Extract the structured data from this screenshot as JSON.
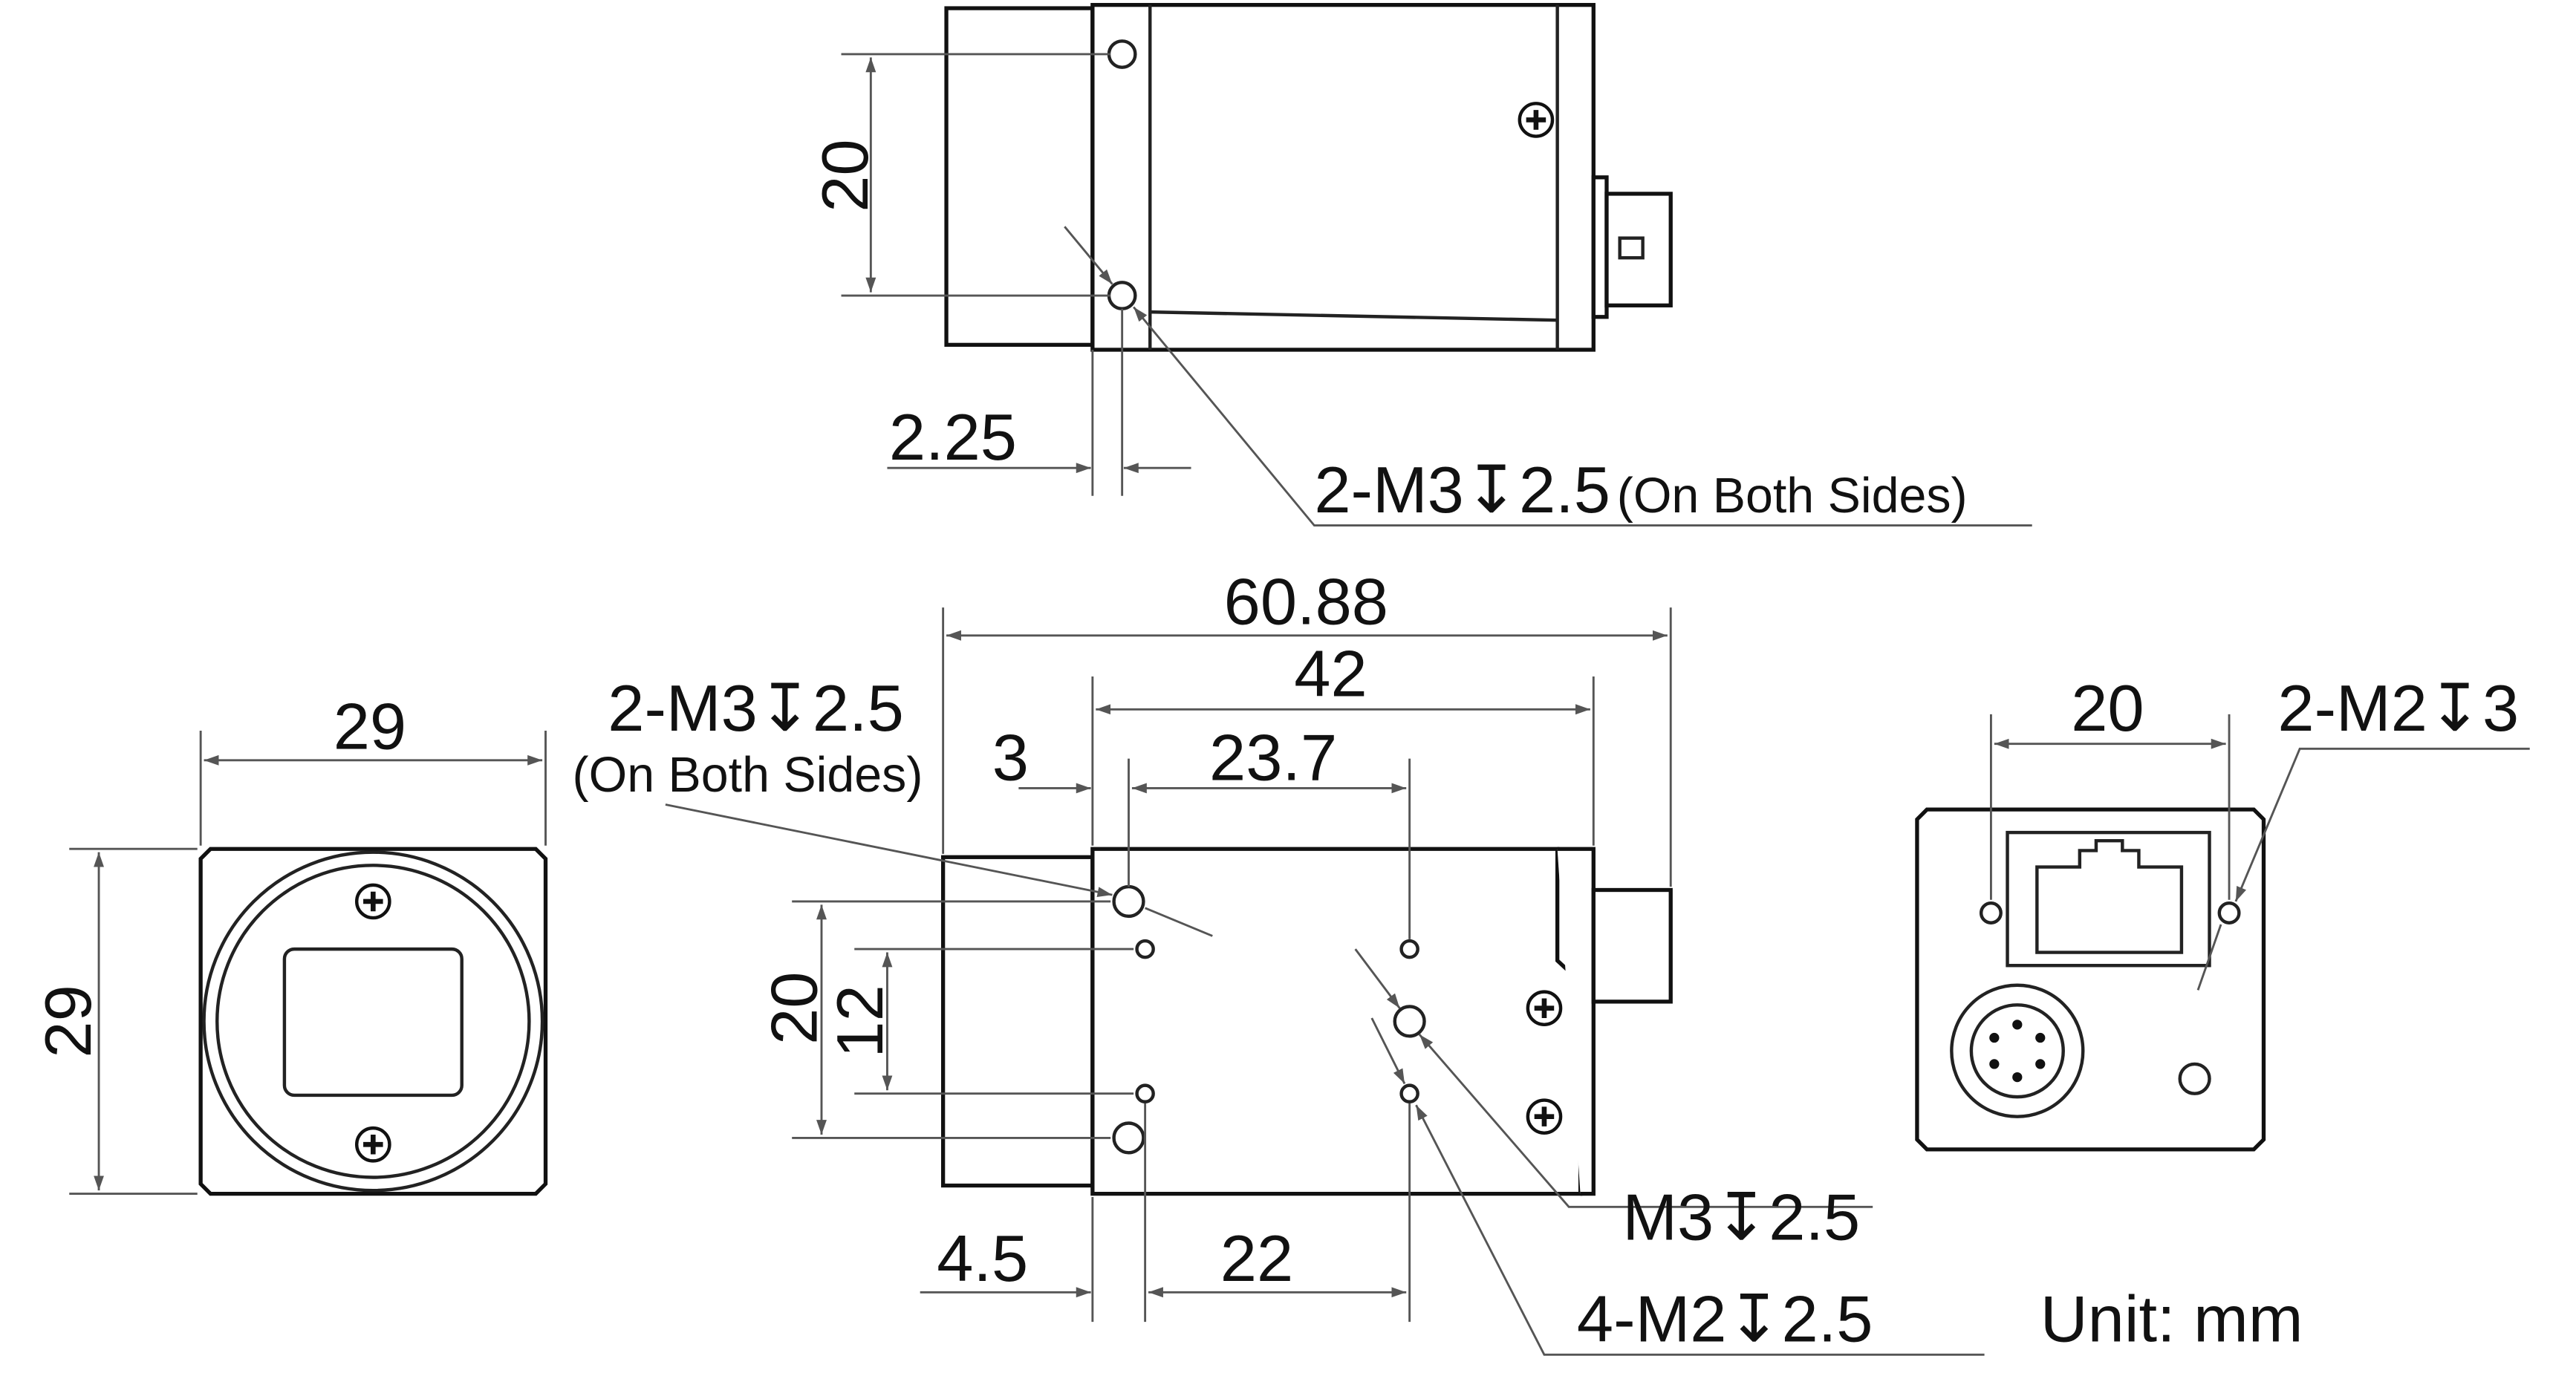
{
  "top_view": {
    "dim_height": "20",
    "dim_offset": "2.25",
    "hole_callout": "2-M3↧2.5",
    "hole_callout_note": "(On Both Sides)"
  },
  "front_view": {
    "dim_width": "29",
    "dim_height": "29"
  },
  "side_view": {
    "dim_total_length": "60.88",
    "dim_body_length": "42",
    "dim_3": "3",
    "dim_23_7": "23.7",
    "dim_20": "20",
    "dim_12": "12",
    "dim_4_5": "4.5",
    "dim_22": "22",
    "hole_callout": "2-M3↧2.5",
    "hole_callout_note": "(On Both Sides)",
    "m3_callout": "M3↧2.5",
    "m2_callout": "4-M2↧2.5"
  },
  "back_view": {
    "dim_width": "20",
    "hole_callout": "2-M2↧3"
  },
  "unit_label": "Unit: mm"
}
